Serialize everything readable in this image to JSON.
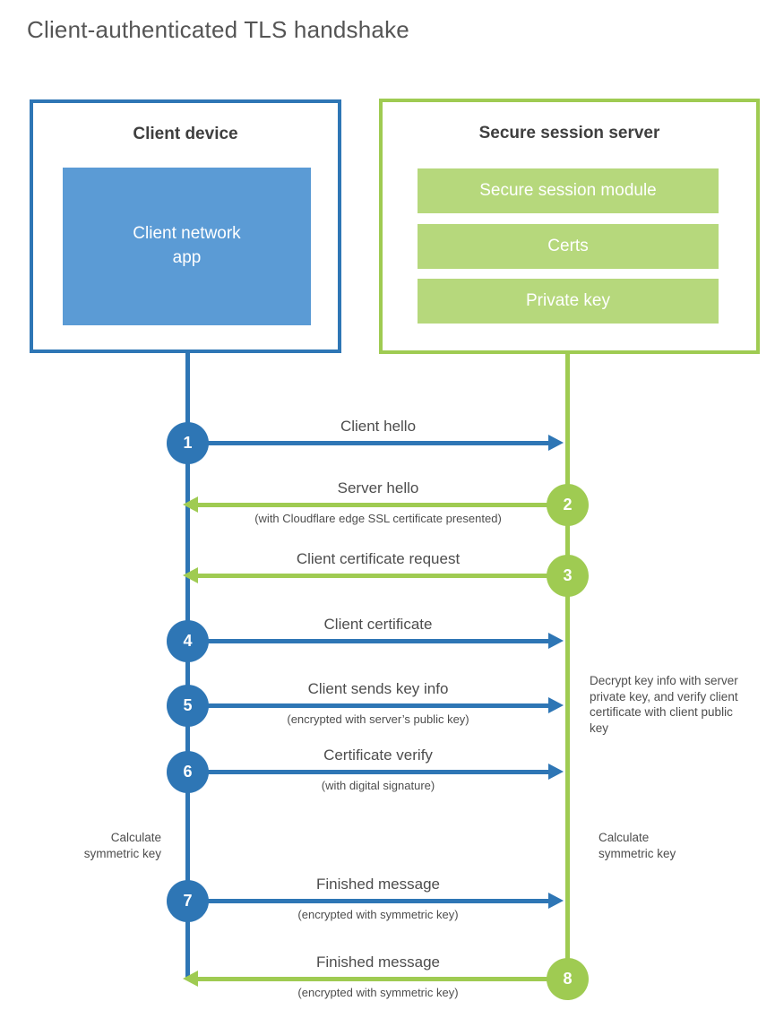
{
  "page": {
    "title": "Client-authenticated TLS handshake"
  },
  "colors": {
    "blue": "#2e76b5",
    "blue-fill": "#5b9bd5",
    "green": "#9fcb52",
    "green-fill": "#b6d87c"
  },
  "client": {
    "title": "Client device",
    "app_label": "Client network\napp"
  },
  "server": {
    "title": "Secure session server",
    "modules": [
      "Secure session module",
      "Certs",
      "Private key"
    ]
  },
  "messages": [
    {
      "num": "1",
      "label": "Client hello",
      "sub": ""
    },
    {
      "num": "2",
      "label": "Server hello",
      "sub": "(with Cloudflare edge SSL certificate presented)"
    },
    {
      "num": "3",
      "label": "Client certificate request",
      "sub": ""
    },
    {
      "num": "4",
      "label": "Client certificate",
      "sub": ""
    },
    {
      "num": "5",
      "label": "Client sends key info",
      "sub": "(encrypted with server’s public key)"
    },
    {
      "num": "6",
      "label": "Certificate verify",
      "sub": "(with digital signature)"
    },
    {
      "num": "7",
      "label": "Finished message",
      "sub": "(encrypted with symmetric key)"
    },
    {
      "num": "8",
      "label": "Finished message",
      "sub": "(encrypted with symmetric key)"
    }
  ],
  "notes": {
    "decrypt_note": "Decrypt key info with server private key, and verify client certificate with client public key",
    "client_calculate": "Calculate\nsymmetric key",
    "server_calculate": "Calculate\nsymmetric key"
  }
}
